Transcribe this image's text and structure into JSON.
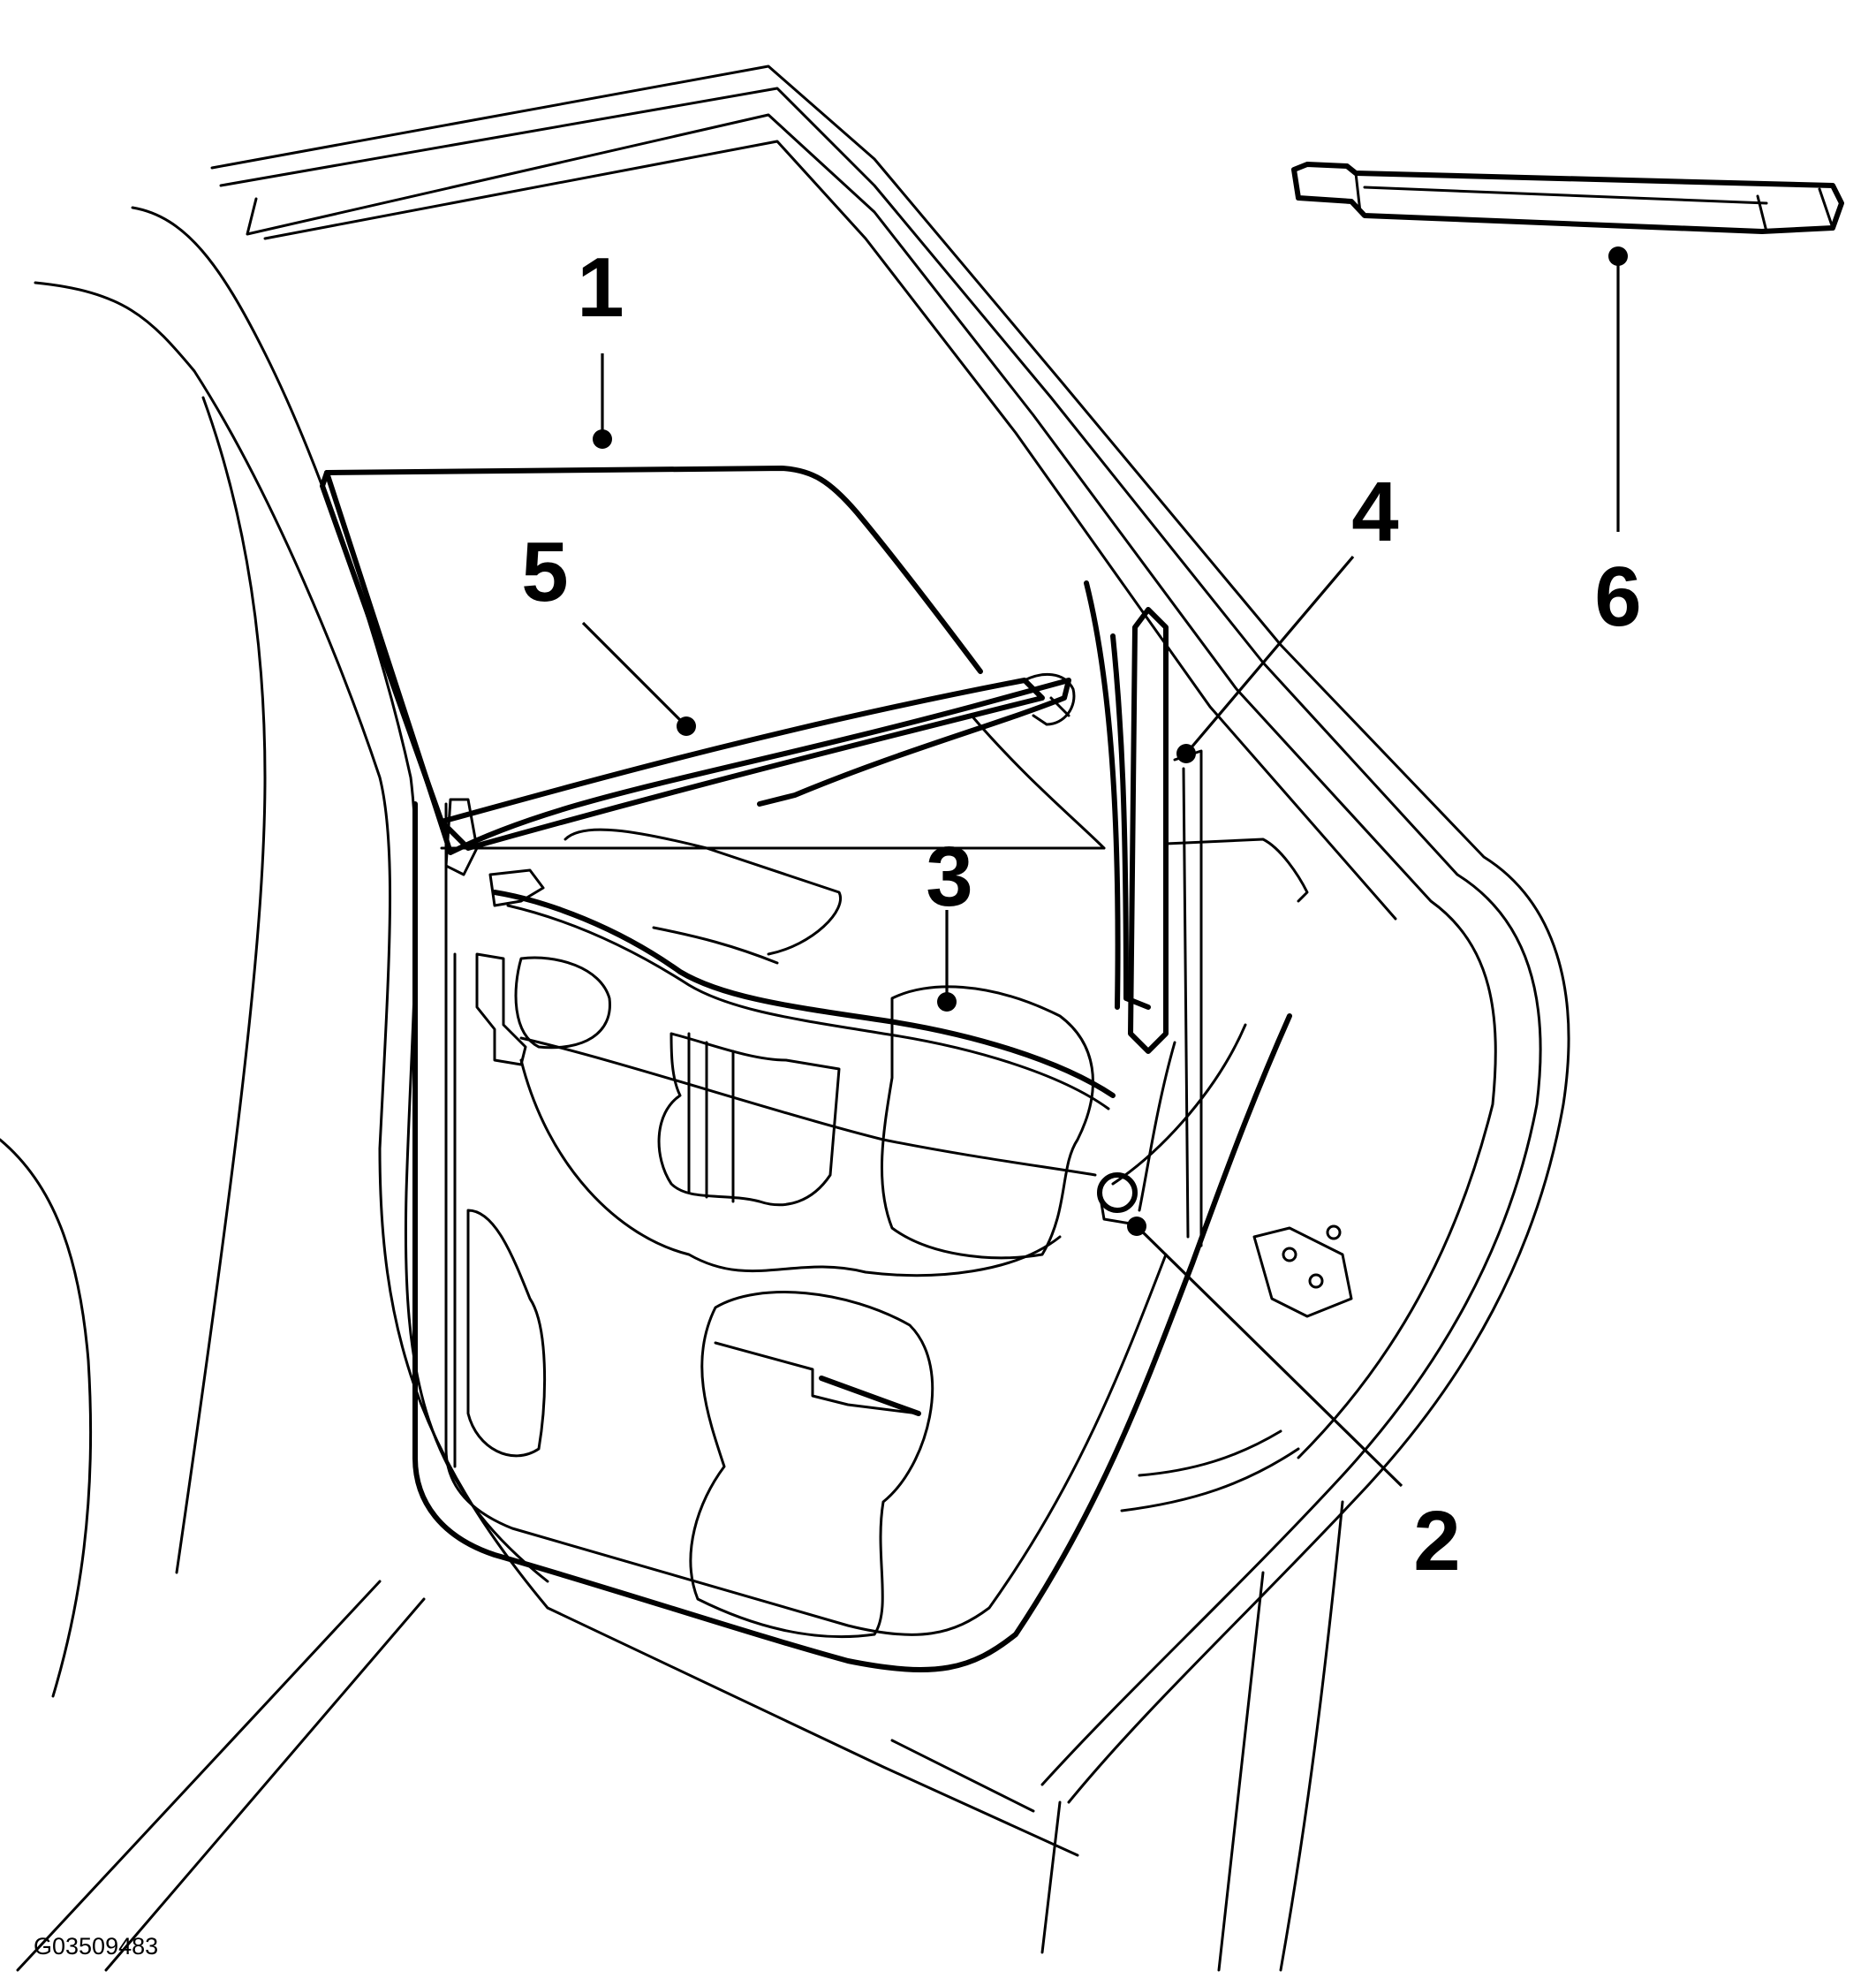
{
  "figure_id": "G03509483",
  "callouts": [
    {
      "id": "1",
      "label": "1"
    },
    {
      "id": "2",
      "label": "2"
    },
    {
      "id": "3",
      "label": "3"
    },
    {
      "id": "4",
      "label": "4"
    },
    {
      "id": "5",
      "label": "5"
    },
    {
      "id": "6",
      "label": "6"
    }
  ]
}
